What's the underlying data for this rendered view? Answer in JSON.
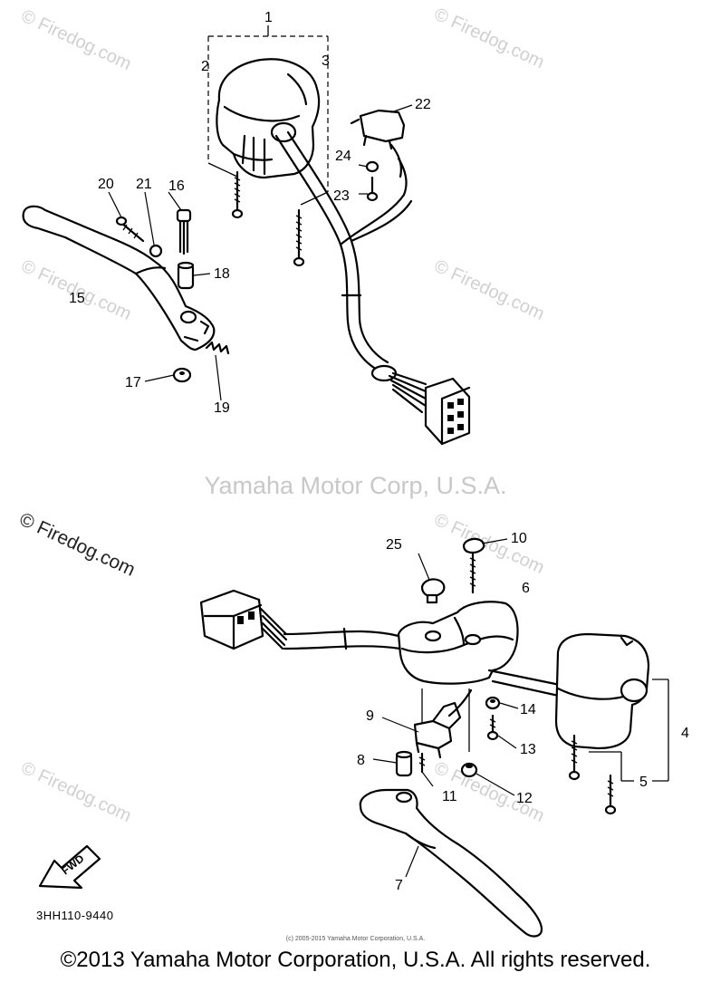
{
  "watermark": {
    "site": "© Firedog.com",
    "corp": "Yamaha Motor Corp, U.S.A."
  },
  "callouts": {
    "c1": "1",
    "c2": "2",
    "c3": "3",
    "c4": "4",
    "c5": "5",
    "c6": "6",
    "c7": "7",
    "c8": "8",
    "c9": "9",
    "c10": "10",
    "c11": "11",
    "c12": "12",
    "c13": "13",
    "c14": "14",
    "c15": "15",
    "c16": "16",
    "c17": "17",
    "c18": "18",
    "c19": "19",
    "c20": "20",
    "c21": "21",
    "c22": "22",
    "c23": "23",
    "c24": "24",
    "c25": "25"
  },
  "fwd_label": "FWD",
  "part_number": "3HH110-9440",
  "small_copyright": "(c) 2005-2015 Yamaha Motor Corporation, U.S.A.",
  "footer": "©2013 Yamaha Motor Corporation, U.S.A. All rights reserved."
}
